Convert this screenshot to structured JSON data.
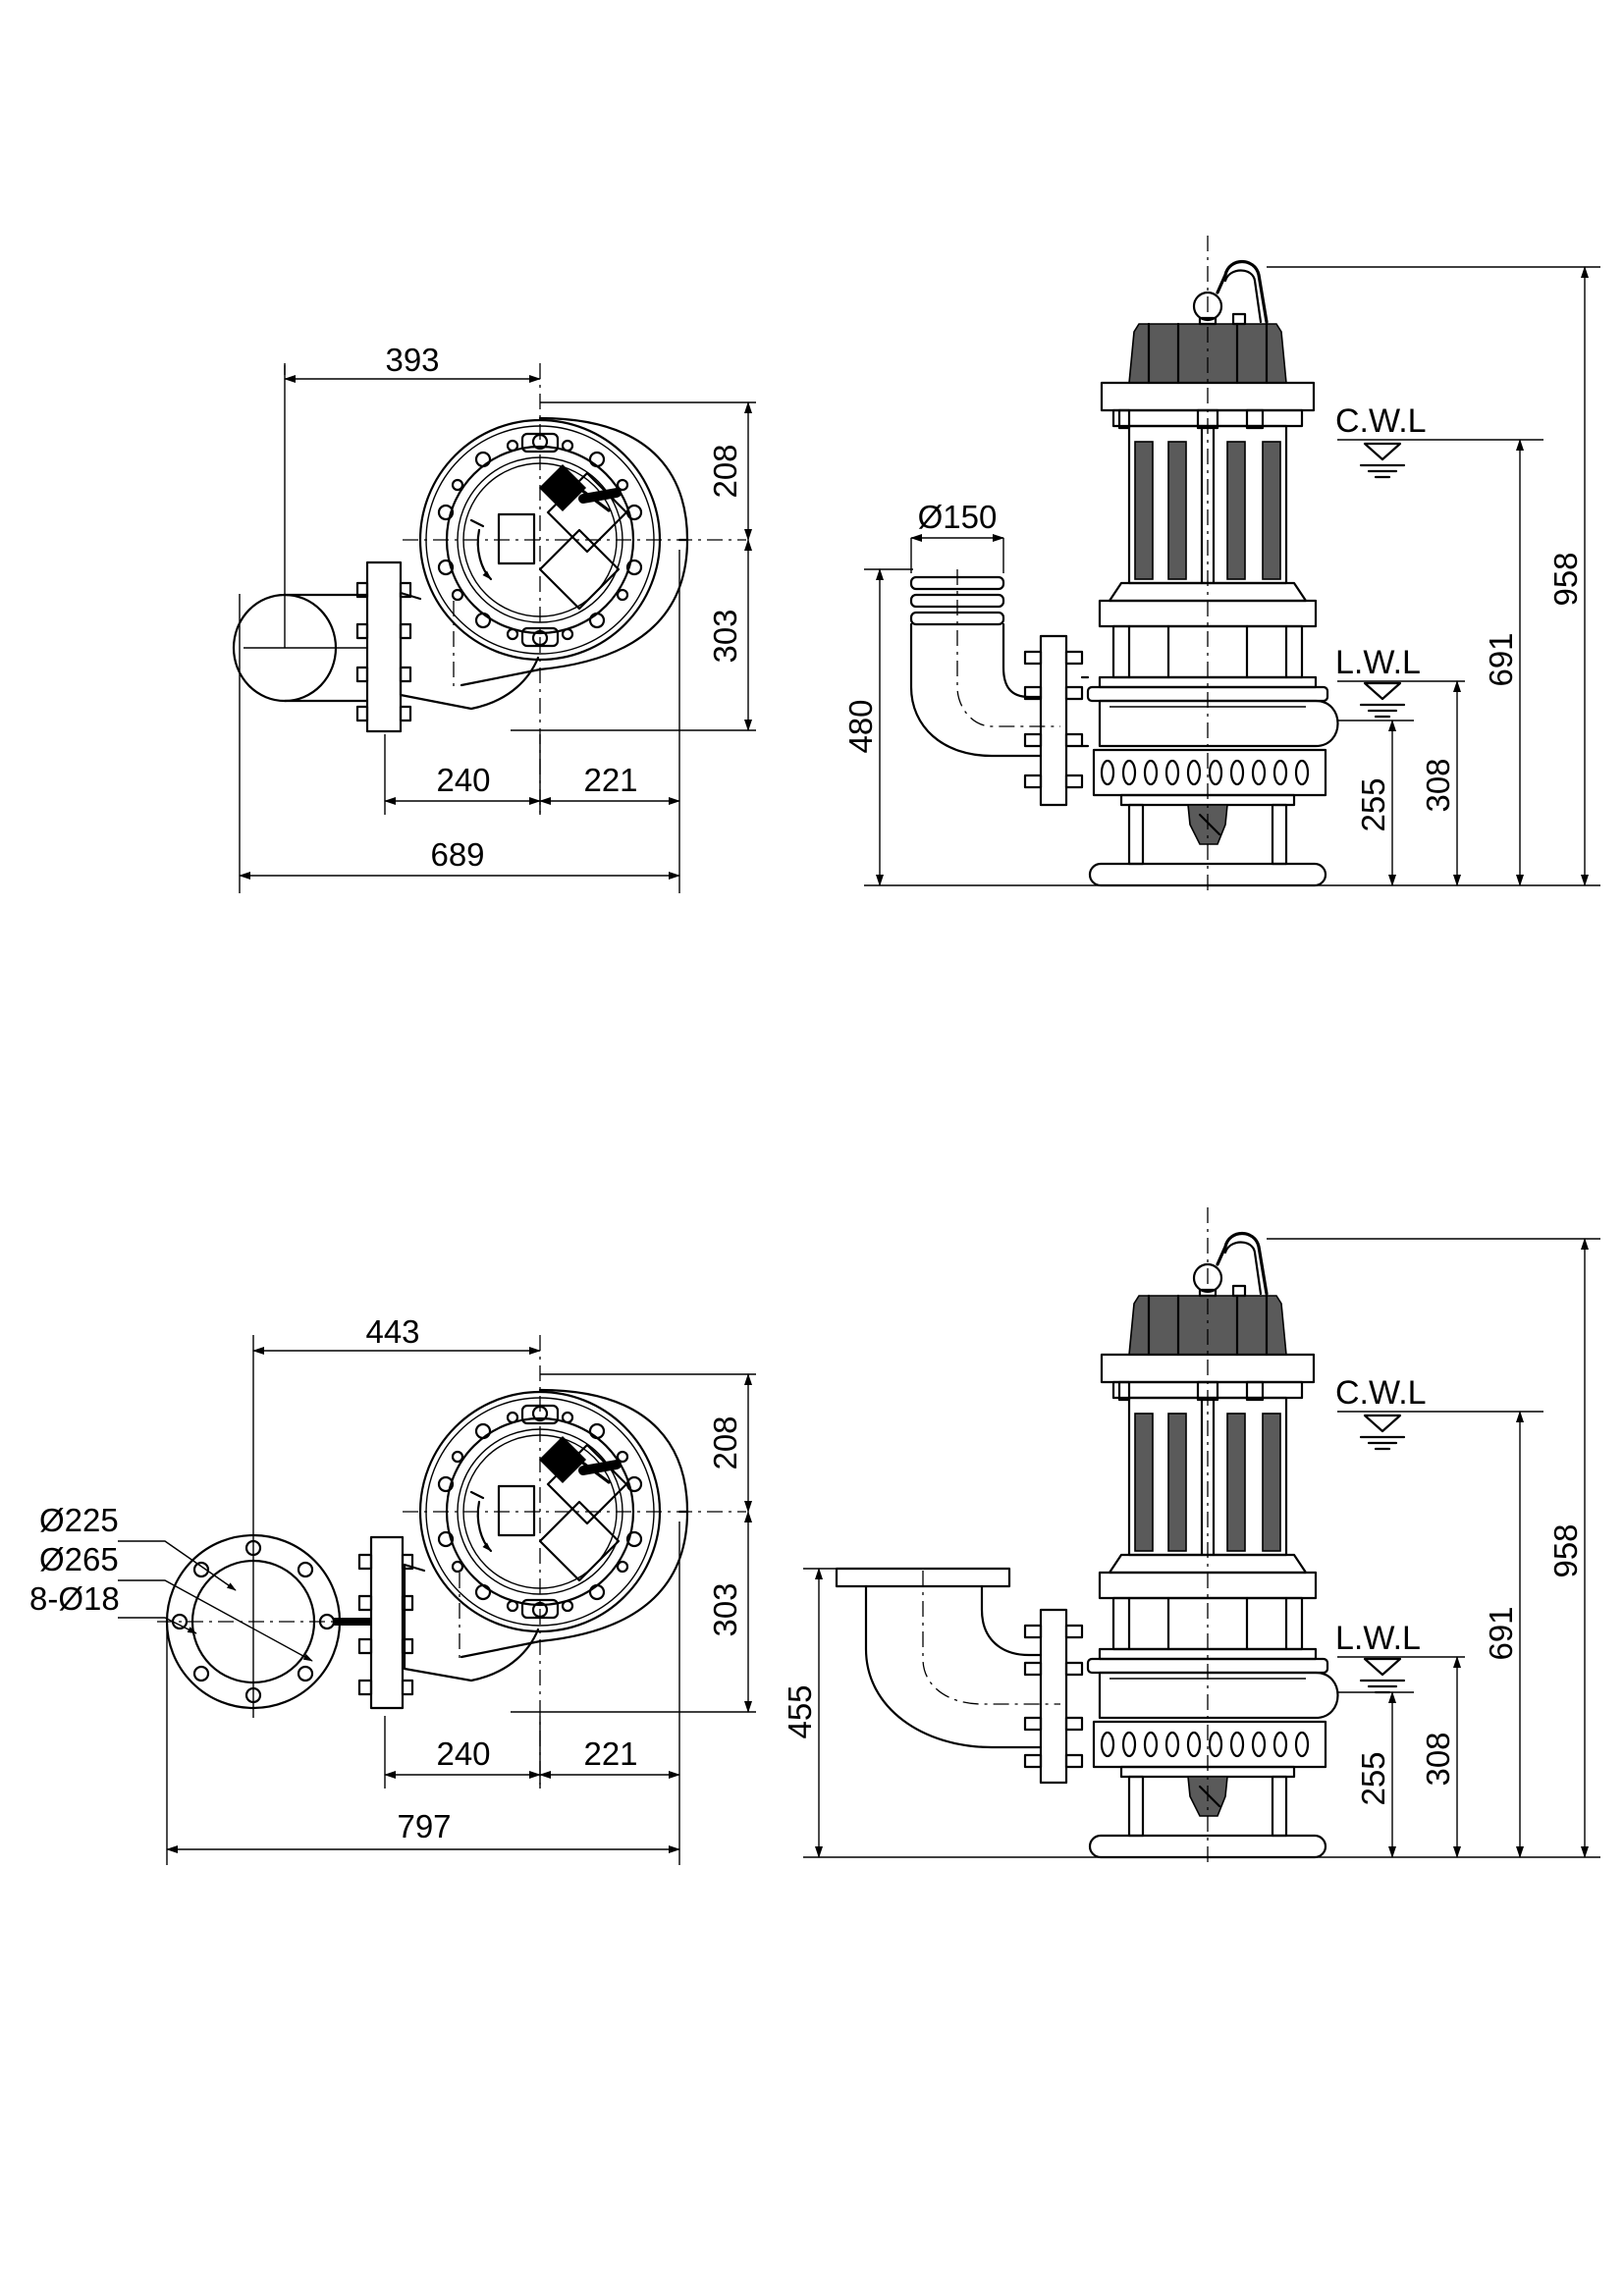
{
  "drawing_1": {
    "plan": {
      "dim_width_top": "393",
      "dim_height_upper": "208",
      "dim_height_lower": "303",
      "dim_left": "240",
      "dim_right": "221",
      "dim_total": "689"
    },
    "elevation": {
      "cwl_label": "C.W.L",
      "lwl_label": "L.W.L",
      "dim_outlet_diameter": "Ø150",
      "dim_outlet_height": "480",
      "dim_total_height": "958",
      "dim_cwl_height": "691",
      "dim_lwl_height": "308",
      "dim_base_height": "255"
    }
  },
  "drawing_2": {
    "plan": {
      "dim_width_top": "443",
      "dim_height_upper": "208",
      "dim_height_lower": "303",
      "dim_left": "240",
      "dim_right": "221",
      "dim_total": "797",
      "flange_inner_diameter": "Ø225",
      "flange_pcd": "Ø265",
      "flange_holes": "8-Ø18"
    },
    "elevation": {
      "cwl_label": "C.W.L",
      "lwl_label": "L.W.L",
      "dim_outlet_height": "455",
      "dim_total_height": "958",
      "dim_cwl_height": "691",
      "dim_lwl_height": "308",
      "dim_base_height": "255"
    }
  }
}
